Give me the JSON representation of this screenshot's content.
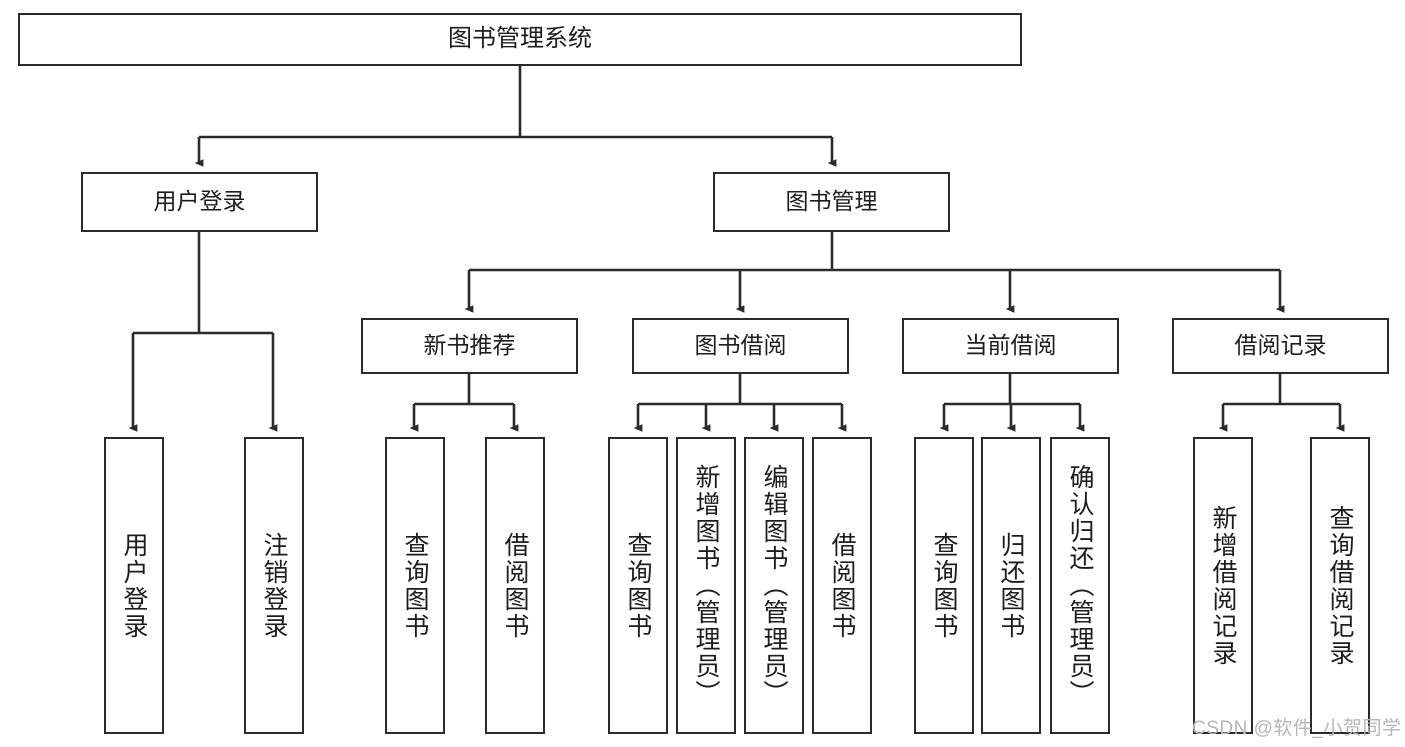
{
  "diagram": {
    "title": "图书管理系统",
    "type": "hierarchy-tree",
    "colors": {
      "box_border": "#2b2b2b",
      "box_fill": "#ffffff",
      "connector": "#2b2b2b",
      "text": "#1d1d1d",
      "watermark": "#b6b6b6"
    },
    "root": {
      "label": "图书管理系统"
    },
    "level2": [
      {
        "label": "用户登录"
      },
      {
        "label": "图书管理"
      }
    ],
    "level3": [
      {
        "label": "新书推荐"
      },
      {
        "label": "图书借阅"
      },
      {
        "label": "当前借阅"
      },
      {
        "label": "借阅记录"
      }
    ],
    "leaves": {
      "user_login": [
        {
          "label": "用户登录"
        },
        {
          "label": "注销登录"
        }
      ],
      "new_book_recommend": [
        {
          "label": "查询图书"
        },
        {
          "label": "借阅图书"
        }
      ],
      "book_borrow": [
        {
          "label": "查询图书"
        },
        {
          "label": "新增图书（管理员）"
        },
        {
          "label": "编辑图书（管理员）"
        },
        {
          "label": "借阅图书"
        }
      ],
      "current_borrow": [
        {
          "label": "查询图书"
        },
        {
          "label": "归还图书"
        },
        {
          "label": "确认归还（管理员）"
        }
      ],
      "borrow_record": [
        {
          "label": "新增借阅记录"
        },
        {
          "label": "查询借阅记录"
        }
      ]
    }
  },
  "watermark": {
    "text": "CSDN @软件_小贺同学"
  }
}
